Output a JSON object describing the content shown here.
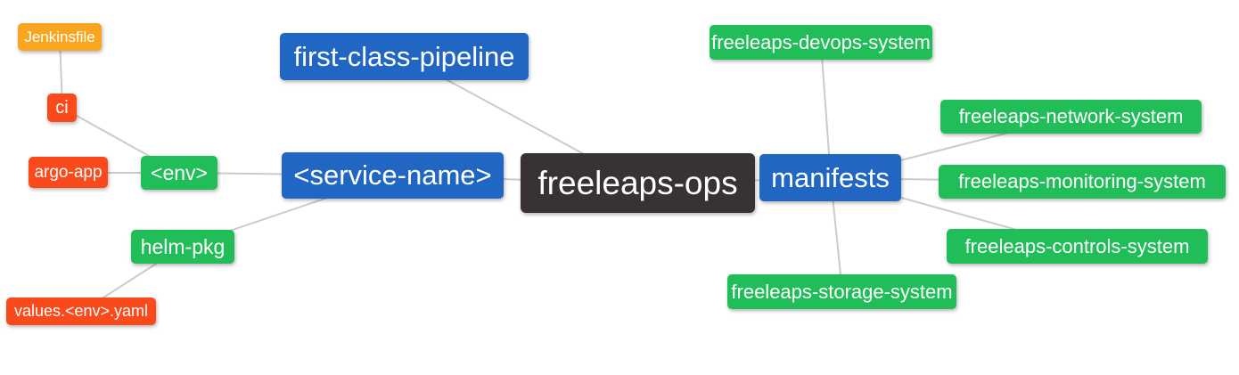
{
  "diagram": {
    "type": "mindmap",
    "background": "#ffffff",
    "edge_color": "#cbcbcb",
    "text_color": "#ffffff",
    "palette": {
      "center": "#393232",
      "branch": "#2166c2",
      "leaf": "#21bd59",
      "alert": "#fa4a1b",
      "amber": "#f8a61f"
    },
    "nodes": [
      {
        "id": "freeleaps-ops",
        "label": "freeleaps-ops",
        "role": "center"
      },
      {
        "id": "first-class-pipeline",
        "label": "first-class-pipeline",
        "role": "branch"
      },
      {
        "id": "service-name",
        "label": "<service-name>",
        "role": "branch"
      },
      {
        "id": "manifests",
        "label": "manifests",
        "role": "branch"
      },
      {
        "id": "env",
        "label": "<env>",
        "role": "leaf"
      },
      {
        "id": "helm-pkg",
        "label": "helm-pkg",
        "role": "leaf"
      },
      {
        "id": "argo-app",
        "label": "argo-app",
        "role": "alert"
      },
      {
        "id": "ci",
        "label": "ci",
        "role": "alert"
      },
      {
        "id": "jenkinsfile",
        "label": "Jenkinsfile",
        "role": "amber"
      },
      {
        "id": "values-env-yaml",
        "label": "values.<env>.yaml",
        "role": "alert"
      },
      {
        "id": "freeleaps-devops-system",
        "label": "freeleaps-devops-system",
        "role": "leaf"
      },
      {
        "id": "freeleaps-network-system",
        "label": "freeleaps-network-system",
        "role": "leaf"
      },
      {
        "id": "freeleaps-monitoring-system",
        "label": "freeleaps-monitoring-system",
        "role": "leaf"
      },
      {
        "id": "freeleaps-controls-system",
        "label": "freeleaps-controls-system",
        "role": "leaf"
      },
      {
        "id": "freeleaps-storage-system",
        "label": "freeleaps-storage-system",
        "role": "leaf"
      }
    ],
    "edges": [
      {
        "from": "freeleaps-ops",
        "to": "first-class-pipeline"
      },
      {
        "from": "freeleaps-ops",
        "to": "service-name"
      },
      {
        "from": "freeleaps-ops",
        "to": "manifests"
      },
      {
        "from": "service-name",
        "to": "env"
      },
      {
        "from": "service-name",
        "to": "helm-pkg"
      },
      {
        "from": "env",
        "to": "argo-app"
      },
      {
        "from": "env",
        "to": "ci"
      },
      {
        "from": "ci",
        "to": "jenkinsfile"
      },
      {
        "from": "helm-pkg",
        "to": "values-env-yaml"
      },
      {
        "from": "manifests",
        "to": "freeleaps-devops-system"
      },
      {
        "from": "manifests",
        "to": "freeleaps-network-system"
      },
      {
        "from": "manifests",
        "to": "freeleaps-monitoring-system"
      },
      {
        "from": "manifests",
        "to": "freeleaps-controls-system"
      },
      {
        "from": "manifests",
        "to": "freeleaps-storage-system"
      }
    ]
  }
}
